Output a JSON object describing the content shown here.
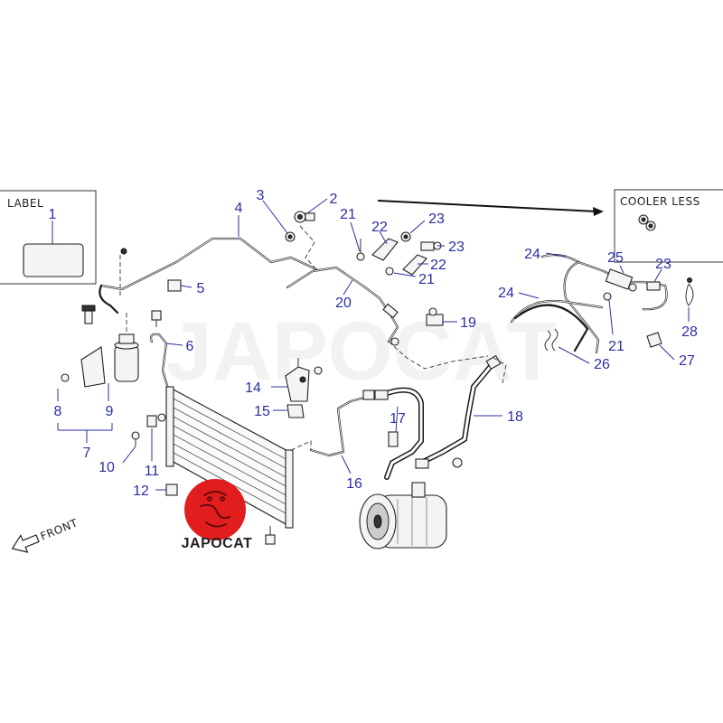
{
  "colors": {
    "callout": "#2b2fa0",
    "line": "#1a1a1a",
    "logo_red": "#e21d1d"
  },
  "label_box": {
    "title": "LABEL",
    "callout": "1"
  },
  "cooler_less": {
    "title": "COOLER LESS"
  },
  "front": {
    "text": "FRONT",
    "icon": "front-arrow-icon"
  },
  "logo": {
    "text": "JAPOCAT",
    "icon": "japocat-logo-icon"
  },
  "watermark": {
    "text": "JAPOCAT"
  },
  "callouts": [
    {
      "id": "c1",
      "text": "1"
    },
    {
      "id": "c2",
      "text": "2"
    },
    {
      "id": "c3",
      "text": "3"
    },
    {
      "id": "c4",
      "text": "4"
    },
    {
      "id": "c5",
      "text": "5"
    },
    {
      "id": "c6",
      "text": "6"
    },
    {
      "id": "c7",
      "text": "7"
    },
    {
      "id": "c8",
      "text": "8"
    },
    {
      "id": "c9",
      "text": "9"
    },
    {
      "id": "c10",
      "text": "10"
    },
    {
      "id": "c11",
      "text": "11"
    },
    {
      "id": "c12",
      "text": "12"
    },
    {
      "id": "c14",
      "text": "14"
    },
    {
      "id": "c15",
      "text": "15"
    },
    {
      "id": "c16",
      "text": "16"
    },
    {
      "id": "c17",
      "text": "17"
    },
    {
      "id": "c18",
      "text": "18"
    },
    {
      "id": "c19",
      "text": "19"
    },
    {
      "id": "c20",
      "text": "20"
    },
    {
      "id": "c21a",
      "text": "21"
    },
    {
      "id": "c21b",
      "text": "21"
    },
    {
      "id": "c21c",
      "text": "21"
    },
    {
      "id": "c22a",
      "text": "22"
    },
    {
      "id": "c22b",
      "text": "22"
    },
    {
      "id": "c23a",
      "text": "23"
    },
    {
      "id": "c23b",
      "text": "23"
    },
    {
      "id": "c23c",
      "text": "23"
    },
    {
      "id": "c24a",
      "text": "24"
    },
    {
      "id": "c24b",
      "text": "24"
    },
    {
      "id": "c25",
      "text": "25"
    },
    {
      "id": "c26",
      "text": "26"
    },
    {
      "id": "c27",
      "text": "27"
    },
    {
      "id": "c28",
      "text": "28"
    }
  ]
}
